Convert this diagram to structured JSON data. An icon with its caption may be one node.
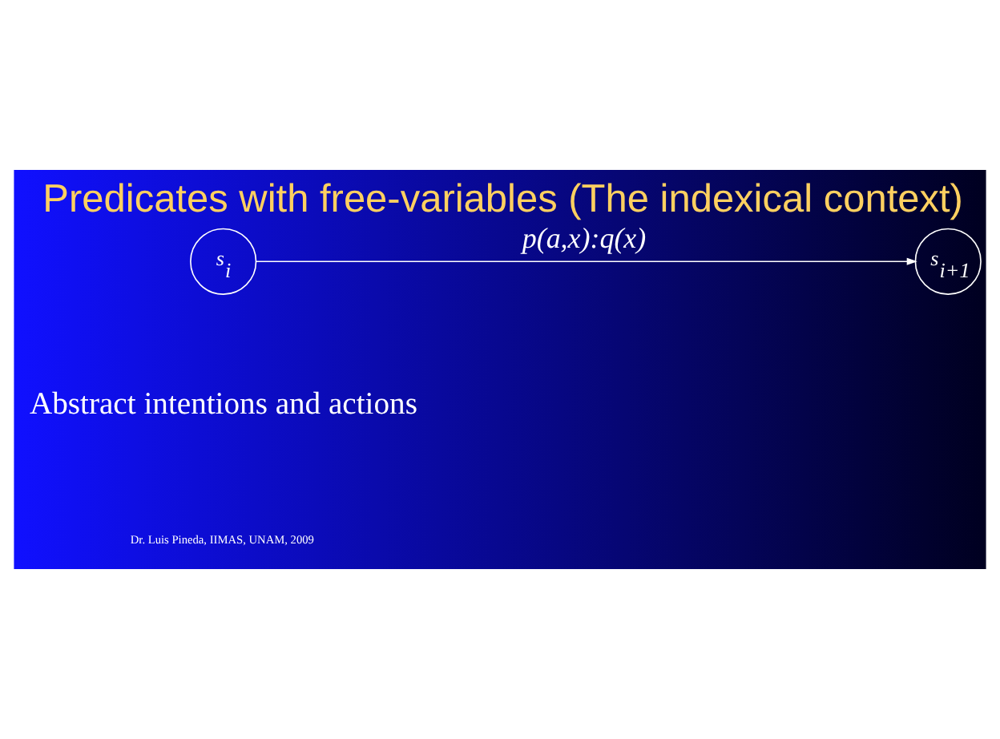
{
  "diagram": {
    "title": "Predicates with free-variables (The indexical context)",
    "nodes": [
      {
        "text": [
          "s$_{i}$"
        ]
      },
      {
        "text": [
          "s$_{i+1}$"
        ]
      }
    ],
    "edges": [
      {
        "from": 0,
        "to": 1,
        "arrow": "to",
        "label": "p(a,x):q(x)"
      }
    ],
    "labels": [
      "Abstract intentions and actions",
      "Dr. Luis Pineda, IIMAS, UNAM, 2009"
    ]
  }
}
